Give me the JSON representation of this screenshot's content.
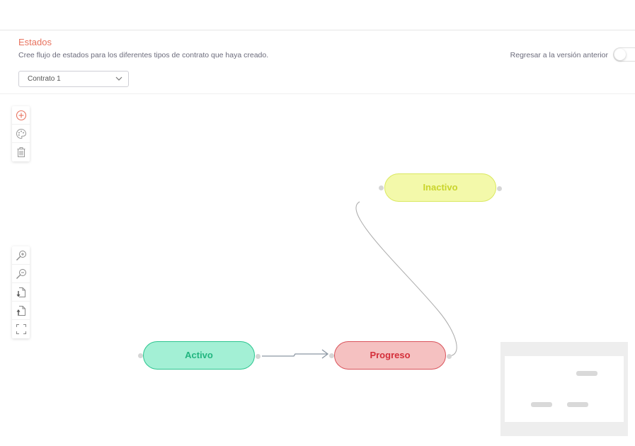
{
  "header": {
    "title": "Estados",
    "subtitle": "Cree flujo de estados para los diferentes tipos de contrato que haya creado.",
    "legacy_toggle_label": "Regresar a la versión anterior"
  },
  "contract_select": {
    "value": "Contrato 1"
  },
  "toolbar_top": {
    "items": [
      {
        "icon": "add-circle-icon"
      },
      {
        "icon": "palette-icon"
      },
      {
        "icon": "trash-icon"
      }
    ]
  },
  "toolbar_bottom": {
    "items": [
      {
        "icon": "zoom-in-icon"
      },
      {
        "icon": "zoom-out-icon"
      },
      {
        "icon": "import-file-icon"
      },
      {
        "icon": "export-file-icon"
      },
      {
        "icon": "fit-screen-icon"
      }
    ]
  },
  "nodes": {
    "activo": {
      "label": "Activo",
      "fill": "#a3f0d5",
      "border": "#2cc58f",
      "text": "#21b57f"
    },
    "progreso": {
      "label": "Progreso",
      "fill": "#f5c1c1",
      "border": "#d9535b",
      "text": "#d42f3a"
    },
    "inactivo": {
      "label": "Inactivo",
      "fill": "#f3f9aa",
      "border": "#dae85f",
      "text": "#c9d42b"
    }
  },
  "colors": {
    "accent": "#e8735f",
    "edge": "#8c97a3"
  }
}
